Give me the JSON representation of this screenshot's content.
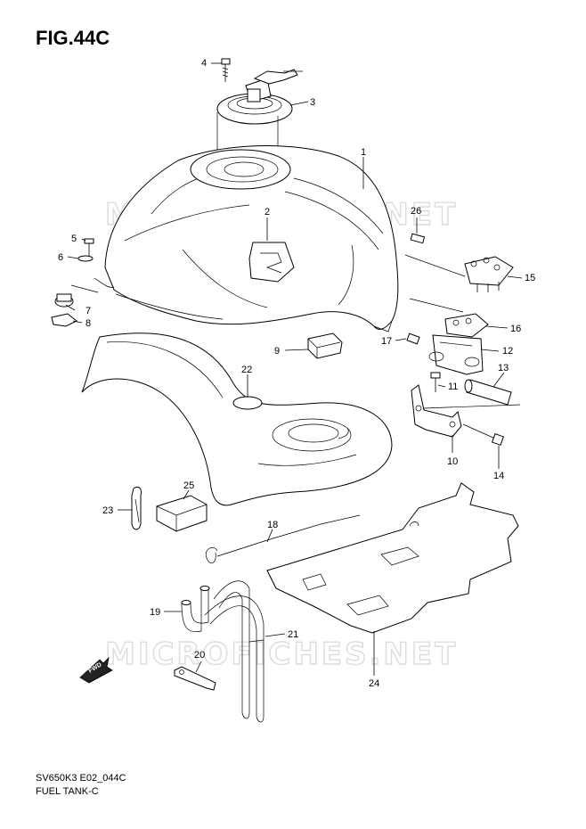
{
  "figure": {
    "title": "FIG.44C",
    "model_code": "SV650K3 E02_044C",
    "section_name": "FUEL TANK-C"
  },
  "watermark": {
    "text": "MICROFICHES.NET"
  },
  "forward_arrow": {
    "label": "FWD"
  },
  "callouts": [
    {
      "id": "1",
      "label": "1"
    },
    {
      "id": "2",
      "label": "2"
    },
    {
      "id": "3",
      "label": "3"
    },
    {
      "id": "4",
      "label": "4"
    },
    {
      "id": "5",
      "label": "5"
    },
    {
      "id": "6",
      "label": "6"
    },
    {
      "id": "7",
      "label": "7"
    },
    {
      "id": "8",
      "label": "8"
    },
    {
      "id": "9",
      "label": "9"
    },
    {
      "id": "10",
      "label": "10"
    },
    {
      "id": "11",
      "label": "11"
    },
    {
      "id": "12",
      "label": "12"
    },
    {
      "id": "13",
      "label": "13"
    },
    {
      "id": "14",
      "label": "14"
    },
    {
      "id": "15",
      "label": "15"
    },
    {
      "id": "16",
      "label": "16"
    },
    {
      "id": "17",
      "label": "17"
    },
    {
      "id": "18",
      "label": "18"
    },
    {
      "id": "19",
      "label": "19"
    },
    {
      "id": "20",
      "label": "20"
    },
    {
      "id": "21",
      "label": "21"
    },
    {
      "id": "22",
      "label": "22"
    },
    {
      "id": "23",
      "label": "23"
    },
    {
      "id": "24",
      "label": "24"
    },
    {
      "id": "25",
      "label": "25"
    },
    {
      "id": "26",
      "label": "26"
    }
  ]
}
